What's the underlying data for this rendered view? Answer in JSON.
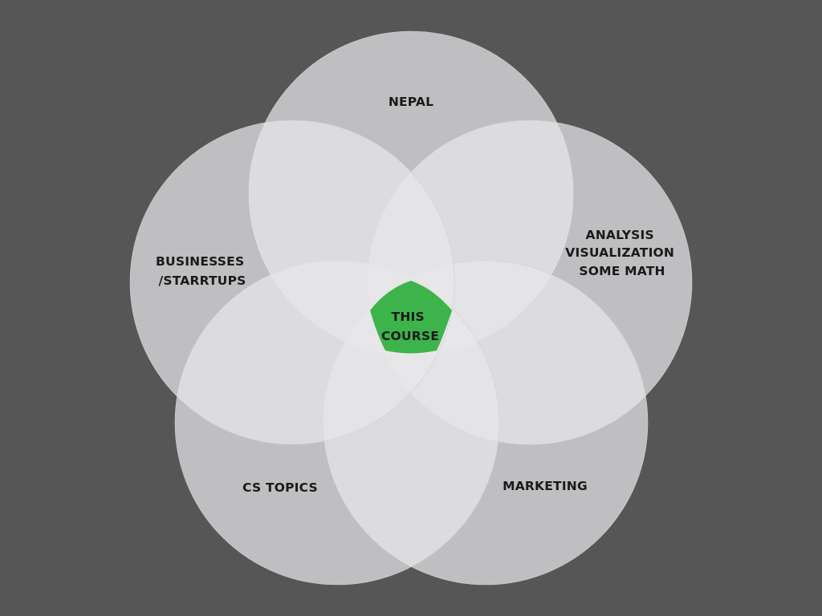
{
  "background_color": "#565656",
  "circle_color": "#e8e8ea",
  "center_color": "#3db44b",
  "venn": {
    "sets": [
      {
        "id": "nepal",
        "lines": [
          "NEPAL"
        ]
      },
      {
        "id": "analysis",
        "lines": [
          "ANALYSIS",
          "VISUALIZATION",
          "SOME MATH"
        ]
      },
      {
        "id": "marketing",
        "lines": [
          "MARKETING"
        ]
      },
      {
        "id": "cs-topics",
        "lines": [
          "CS TOPICS"
        ]
      },
      {
        "id": "businesses",
        "lines": [
          "BUSINESSES",
          "/STARRTUPS"
        ]
      }
    ],
    "center": {
      "lines": [
        "THIS",
        "COURSE"
      ]
    }
  }
}
